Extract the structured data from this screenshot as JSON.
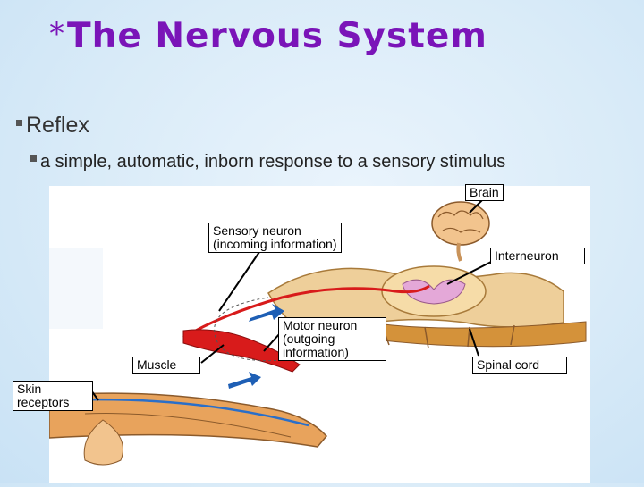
{
  "slide": {
    "title_star": "*",
    "title": "The Nervous System",
    "bullet1": "Reflex",
    "bullet2": "a simple, automatic, inborn response to a sensory stimulus"
  },
  "labels": {
    "brain": "Brain",
    "sensory_neuron_line1": "Sensory neuron",
    "sensory_neuron_line2": "(incoming information)",
    "interneuron": "Interneuron",
    "motor_neuron_line1": "Motor neuron",
    "motor_neuron_line2": "(outgoing",
    "motor_neuron_line3": "information)",
    "muscle": "Muscle",
    "spinal_cord": "Spinal cord",
    "skin_receptors_line1": "Skin",
    "skin_receptors_line2": "receptors"
  },
  "colors": {
    "title": "#7a14b8",
    "sensory_path": "#d81b1b",
    "motor_arrow": "#1e5fb5",
    "nerve_tissue": "#e8a35c",
    "spinal_gray": "#e4a8d8"
  }
}
